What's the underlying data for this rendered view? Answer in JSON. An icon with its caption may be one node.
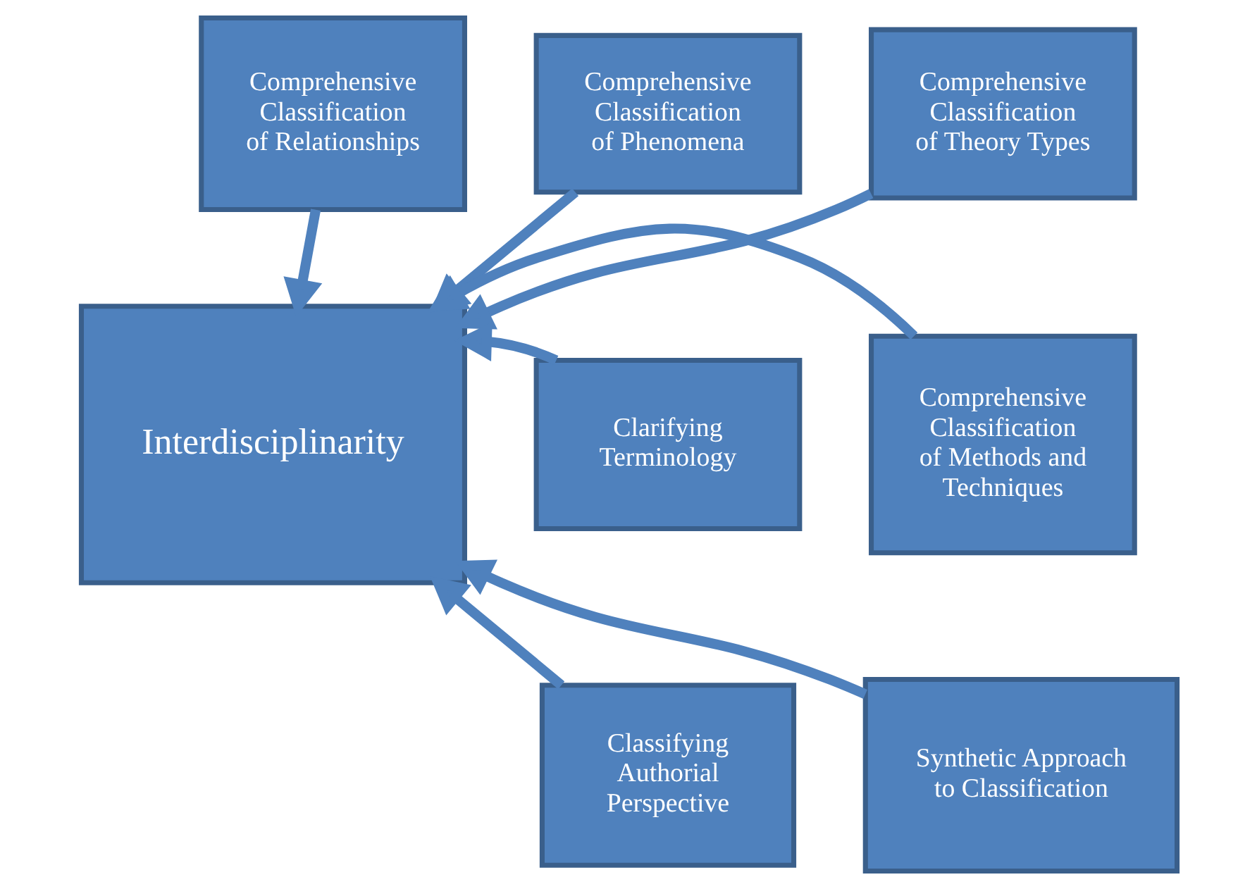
{
  "diagram": {
    "nodes": [
      {
        "text": [
          "Comprehensive Classification of Relationships"
        ]
      },
      {
        "text": [
          "Comprehensive Classification of Phenomena"
        ]
      },
      {
        "text": [
          "Comprehensive Classification of Theory Types"
        ]
      },
      {
        "text": [
          "Interdisciplinarity"
        ]
      },
      {
        "text": [
          "Clarifying Terminology"
        ]
      },
      {
        "text": [
          "Comprehensive Classification of Methods and Techniques"
        ]
      },
      {
        "text": [
          "Classifying Authorial Perspective"
        ]
      },
      {
        "text": [
          "Synthetic Approach to Classification"
        ]
      }
    ],
    "edges": [
      {
        "from": 1,
        "to": 3,
        "arrow": "to"
      },
      {
        "from": 0,
        "to": 3,
        "arrow": "to"
      },
      {
        "from": 2,
        "to": 3,
        "arrow": "to"
      },
      {
        "from": 4,
        "to": 3,
        "arrow": "to"
      },
      {
        "from": 5,
        "to": 3,
        "arrow": "to"
      },
      {
        "from": 6,
        "to": 3,
        "arrow": "to"
      },
      {
        "from": 7,
        "to": 3,
        "arrow": "to"
      }
    ]
  }
}
